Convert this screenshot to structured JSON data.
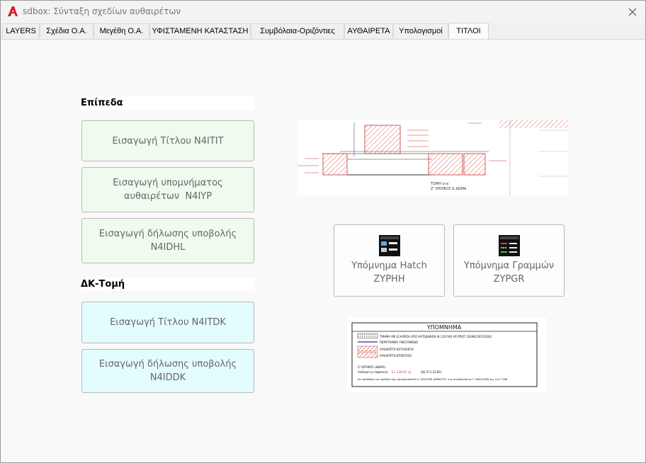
{
  "window": {
    "title": "sdbox: Σύνταξη σχεδίων αυθαιρέτων"
  },
  "tabs": [
    {
      "label": "LAYERS"
    },
    {
      "label": "Σχέδια Ο.Α."
    },
    {
      "label": "Μεγέθη Ο.Α."
    },
    {
      "label": "ΥΦΙΣΤΑΜΕΝΗ ΚΑΤΑΣΤΑΣΗ"
    },
    {
      "label": "Συμβόλαια-Οριζόντιες"
    },
    {
      "label": "ΑΥΘΑΙΡΕΤΑ"
    },
    {
      "label": "Υπολογισμοί"
    },
    {
      "label": "ΤΙΤΛΟΙ"
    }
  ],
  "sections": {
    "epipeda": {
      "label": "Επίπεδα",
      "buttons": [
        {
          "line1": "Εισαγωγή Τίτλου N4ITIT",
          "line2": ""
        },
        {
          "line1": "Εισαγωγή υπομνήματος",
          "line2": "αυθαιρέτων  N4IYP"
        },
        {
          "line1": "Εισαγωγή δήλωσης υποβολής",
          "line2": "N4IDHL"
        }
      ]
    },
    "dk_tomi": {
      "label": "ΔΚ-Τομή",
      "buttons": [
        {
          "line1": "Εισαγωγή Τίτλου N4ITDK",
          "line2": ""
        },
        {
          "line1": "Εισαγωγή δήλωσης υποβολής",
          "line2": "N4IDDK"
        }
      ]
    }
  },
  "legend_buttons": [
    {
      "line1": "Υπόμνημα Hatch",
      "line2": "ZYPHH"
    },
    {
      "line1": "Υπόμνημα Γραμμών",
      "line2": "ZYPGR"
    }
  ],
  "section_preview": {
    "caption1": "ΤΟΜΗ α-α",
    "caption2": "Ζ' ΟΡΟΦΟΣ & ΔΩΜΑ"
  },
  "legend_preview": {
    "title": "ΥΠΟΜΝΗΜΑ",
    "row1": "ΤΜΗΜΑ ΜΕ ΕΞΑΙΡΕΣΗ ΑΠΟ ΚΑΤΕΔΑΦΙΣΗ Ν.1337/83 ΑΡ.ΠΡΩΤ.1049Κ/2307/2002",
    "row2": "ΠΕΡΙΓΡΑΜΜΑ ΥΦΙΣΤΑΜΕΝΟ",
    "row3": "ΑΥΘΑΙΡΕΤΗ ΚΑΤΑΣΚΕΥΗ",
    "row4": "ΑΥΘΑΙΡΕΤΗ ΕΠΕΚΤΑΣΗ",
    "floor": "Ζ' ΟΡΟΦΟΣ (ΔΩΜΑ)",
    "area_label": "Αυθαίρετη επιφάνεια:",
    "area_value": "Ε= 116.42 τμ",
    "area_formula": "(82.57+33.85)",
    "note": "Ως υποβάθρο του σχεδίου έχει χρησιμοποιηθεί η \"ΚΑΤΟΨΗ ΔΩΜΑΤΟΣ\" της οικοδομήσεως Γ 2849/1966 της Ο.Α. Γ268"
  },
  "colors": {
    "btn_green": "#effbef",
    "btn_cyan": "#e3fcfd",
    "hatch_red": "#e05050",
    "legend_blue": "#2233aa"
  }
}
